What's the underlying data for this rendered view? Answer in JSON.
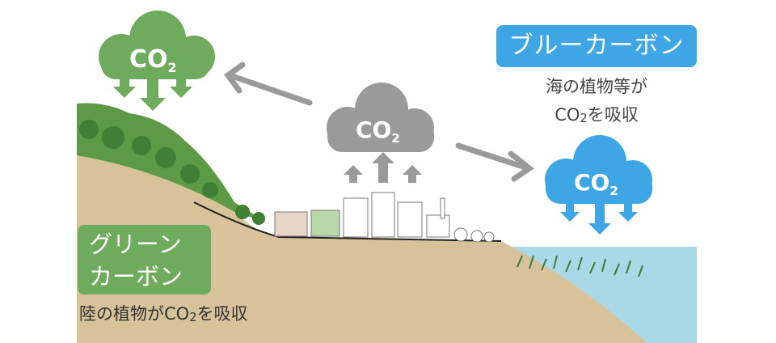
{
  "clouds": {
    "green": {
      "main": "CO",
      "sub": "2"
    },
    "gray": {
      "main": "CO",
      "sub": "2"
    },
    "blue": {
      "main": "CO",
      "sub": "2"
    }
  },
  "blue_carbon": {
    "title": "ブルーカーボン",
    "caption_line1": "海の植物等が",
    "caption_co": "CO",
    "caption_sub": "2",
    "caption_rest": "を吸収"
  },
  "green_carbon": {
    "title_line1": "グリーン",
    "title_line2": "カーボン",
    "caption_pre": "陸の植物が",
    "caption_co": "CO",
    "caption_sub": "2",
    "caption_rest": "を吸収"
  },
  "colors": {
    "green": "#6eab5c",
    "blue": "#3ea6e4",
    "gray": "#9a9a9a",
    "soil": "#d8c29a",
    "sea": "#a9d9e6"
  }
}
